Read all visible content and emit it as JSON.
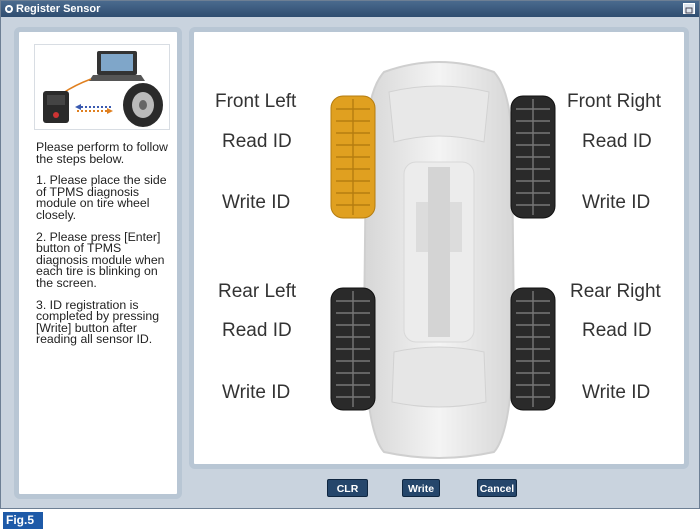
{
  "window": {
    "title": "Register Sensor"
  },
  "instructions": {
    "intro": "Please perform to follow the steps below.",
    "step1": "1. Please place the side of TPMS diagnosis module on tire wheel closely.",
    "step2": "2. Please press [Enter] button of TPMS diagnosis module when each tire is blinking on the screen.",
    "step3": "3. ID registration is completed by pressing [Write] button after reading all sensor ID."
  },
  "tires": {
    "front_left": {
      "title": "Front Left",
      "read": "Read ID",
      "write": "Write ID",
      "state": "active",
      "color": "#e0a020"
    },
    "front_right": {
      "title": "Front Right",
      "read": "Read ID",
      "write": "Write ID",
      "state": "idle"
    },
    "rear_left": {
      "title": "Rear Left",
      "read": "Read ID",
      "write": "Write ID",
      "state": "idle"
    },
    "rear_right": {
      "title": "Rear Right",
      "read": "Read ID",
      "write": "Write ID",
      "state": "idle"
    }
  },
  "buttons": {
    "clr": "CLR",
    "write": "Write",
    "cancel": "Cancel"
  },
  "figure_label": "Fig.5",
  "colors": {
    "titlebar": "#3a5a80",
    "button": "#25466b",
    "active_tire": "#e0a020",
    "tire": "#2a2a2a",
    "fig_badge": "#1e5aa8"
  }
}
